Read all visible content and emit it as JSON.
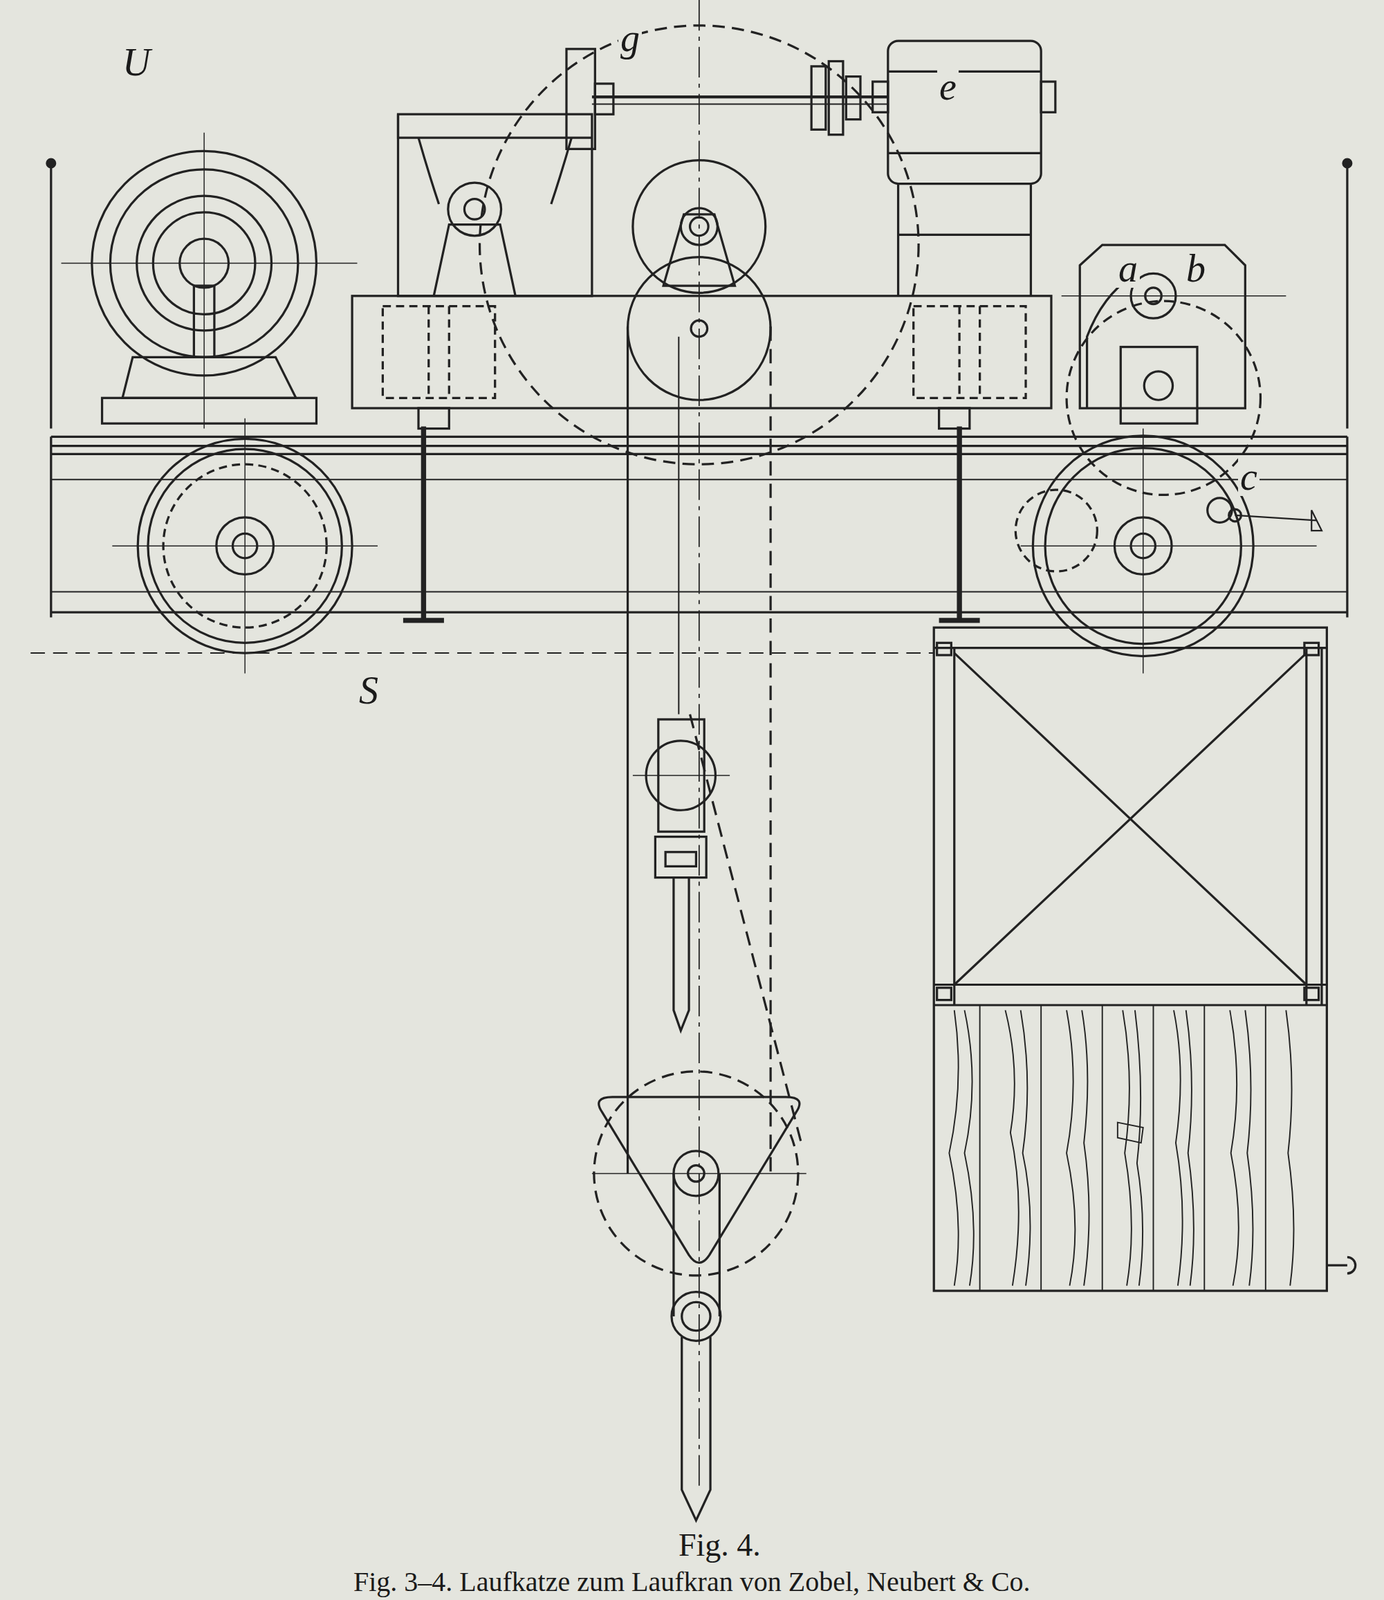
{
  "diagram": {
    "caption": "Fig. 4.",
    "labels": [
      "U",
      "g",
      "e",
      "a",
      "b",
      "c",
      "S",
      "Fig. 3–4. Laufkatze zum Laufkran von Zobel, Neubert & Co."
    ]
  }
}
